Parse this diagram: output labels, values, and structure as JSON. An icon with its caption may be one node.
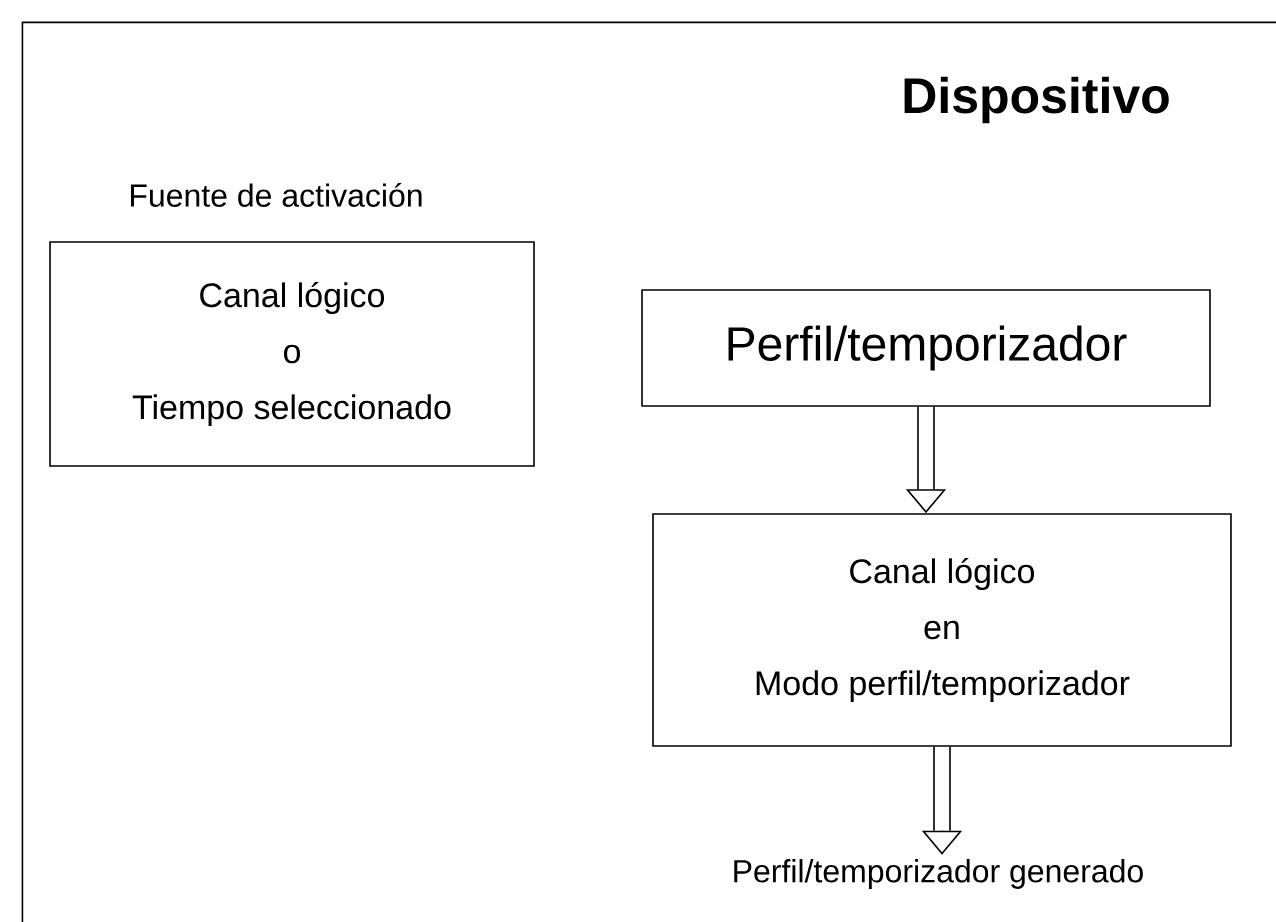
{
  "diagram": {
    "nodes": [
      {
        "text": [
          "Dispositivo"
        ]
      },
      {
        "text": [
          "Fuente de activación",
          "Canal lógico",
          "o",
          "Tiempo seleccionado"
        ],
        "in": 0
      },
      {
        "text": [
          "Perfil/temporizador"
        ],
        "in": 0
      },
      {
        "text": [
          "Canal lógico",
          "en",
          "Modo perfil/temporizador"
        ],
        "in": 0
      },
      {
        "text": [
          "Perfil/temporizador generado"
        ],
        "in": 0
      }
    ],
    "edges": [
      {
        "from": 2,
        "to": 3,
        "arrow": "to"
      },
      {
        "from": 3,
        "to": 4,
        "arrow": "to"
      }
    ]
  }
}
